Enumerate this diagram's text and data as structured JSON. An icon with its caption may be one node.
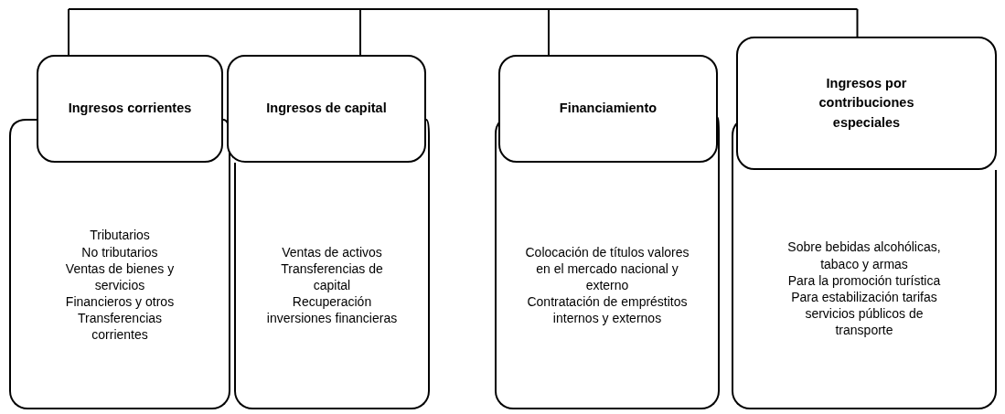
{
  "diagram": {
    "nodes": [
      {
        "text": [
          "Ingresos corrientes"
        ]
      },
      {
        "text": [
          "Tributarios",
          "No tributarios",
          "Ventas de bienes y servicios",
          "Financieros y otros",
          "Transferencias corrientes"
        ]
      },
      {
        "text": [
          "Ingresos de capital"
        ]
      },
      {
        "text": [
          "Ventas de activos",
          "Transferencias de capital",
          "Recuperación inversiones financieras"
        ]
      },
      {
        "text": [
          "Financiamiento"
        ]
      },
      {
        "text": [
          "Colocación de títulos valores en el mercado nacional y externo",
          "Contratación de empréstitos internos y externos"
        ]
      },
      {
        "text": [
          "Ingresos por contribuciones especiales"
        ]
      },
      {
        "text": [
          "Sobre bebidas alcohólicas, tabaco y armas",
          "Para la promoción turística",
          "Para estabilización tarifas servicios públicos de transporte"
        ]
      }
    ]
  }
}
